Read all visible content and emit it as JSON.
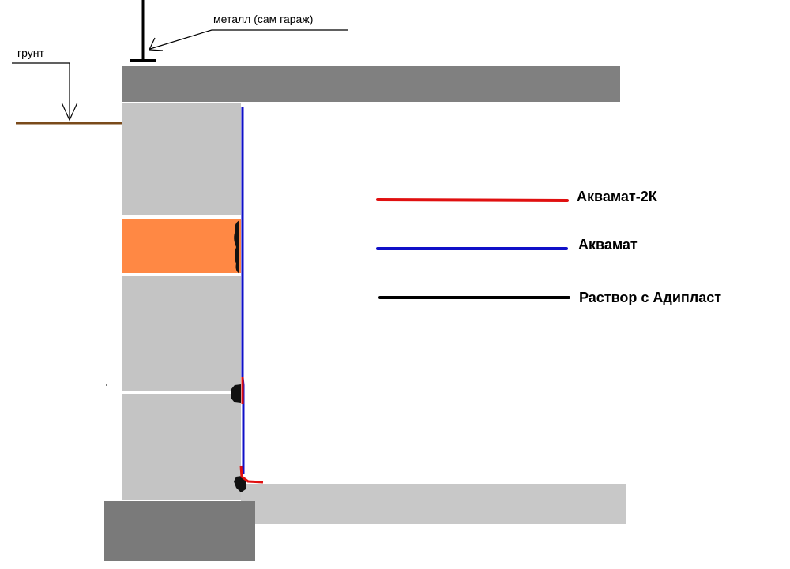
{
  "labels": {
    "ground": "грунт",
    "metal": "металл (сам гараж)"
  },
  "legend": [
    {
      "name": "Аквамат-2К",
      "color": "#e01010"
    },
    {
      "name": "Аквамат",
      "color": "#1010c8"
    },
    {
      "name": "Раствор с Адипласт",
      "color": "#000000"
    }
  ],
  "colors": {
    "slab_dark": "#808080",
    "wall_block": "#c4c4c4",
    "brick": "#ff8844",
    "floor_slab": "#c8c8c8",
    "footing": "#7a7a7a",
    "ground_line": "#7a4a1a"
  }
}
